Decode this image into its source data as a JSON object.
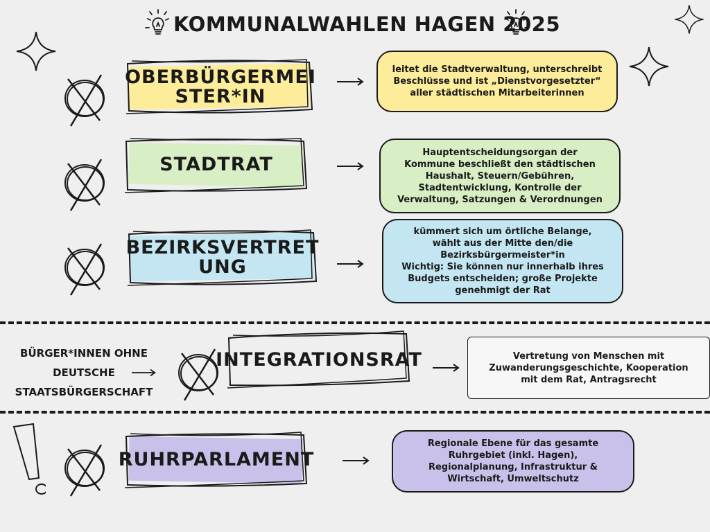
{
  "title": "KOMMUNALWAHLEN HAGEN 2025",
  "colors": {
    "yellow": "#fdec9a",
    "green": "#d8eec4",
    "blue": "#c3e6f2",
    "purple": "#c9c1ea",
    "white": "#f7f7f7",
    "ink": "#1a1a1a"
  },
  "rows": [
    {
      "label_lines": [
        "OBERBÜRGERMEI",
        "STER*IN"
      ],
      "desc_lines": [
        "leitet die Stadtverwaltung, unterschreibt",
        "Beschlüsse und ist „Dienstvorgesetzter“",
        "aller städtischen Mitarbeiterinnen"
      ]
    },
    {
      "label_lines": [
        "STADTRAT"
      ],
      "desc_lines": [
        "Hauptentscheidungsorgan der",
        "Kommune beschließt den städtischen",
        "Haushalt, Steuern/Gebühren,",
        "Stadtentwicklung, Kontrolle der",
        "Verwaltung, Satzungen & Verordnungen"
      ]
    },
    {
      "label_lines": [
        "BEZIRKSVERTRET",
        "UNG"
      ],
      "desc_lines": [
        "kümmert sich um örtliche Belange,",
        "wählt aus der Mitte den/die",
        "Bezirksbürgermeister*in",
        "Wichtig: Sie können nur innerhalb ihres",
        "Budgets entscheiden; große Projekte",
        "genehmigt der Rat"
      ]
    },
    {
      "label_lines": [
        "INTEGRATIONSRAT"
      ],
      "desc_lines": [
        "Vertretung von Menschen mit",
        "Zuwanderungsgeschichte, Kooperation",
        "mit dem Rat, Antragsrecht"
      ]
    },
    {
      "label_lines": [
        "RUHRPARLAMENT"
      ],
      "desc_lines": [
        "Regionale Ebene für das gesamte",
        "Ruhrgebiet (inkl. Hagen),",
        "Regionalplanung, Infrastruktur &",
        "Wirtschaft, Umweltschutz"
      ]
    }
  ],
  "side_note_lines": [
    "BÜRGER*INNEN OHNE",
    "DEUTSCHE",
    "STAATSBÜRGERSCHAFT"
  ]
}
